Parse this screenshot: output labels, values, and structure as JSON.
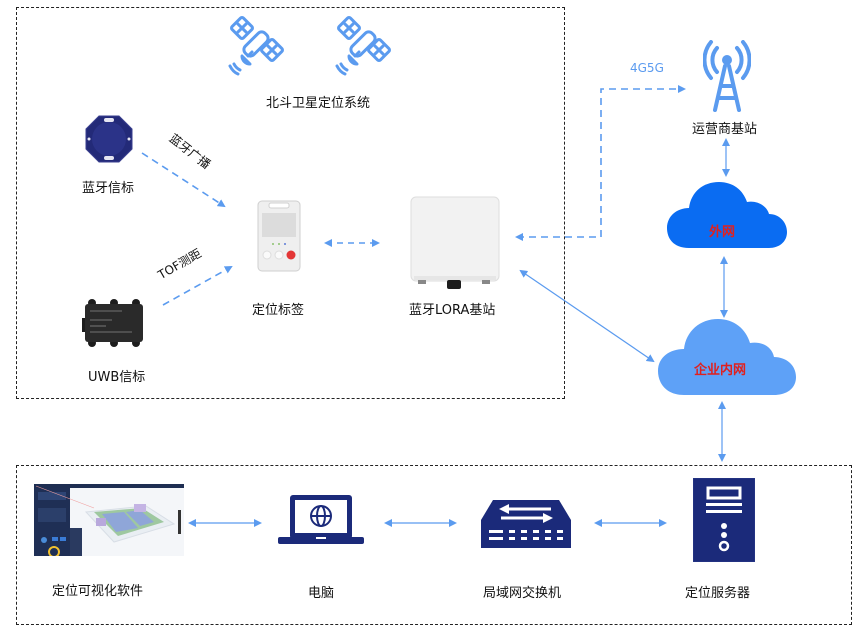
{
  "colors": {
    "accent_blue": "#5b9bef",
    "link_blue": "#6aa3ea",
    "navy": "#1b2a7a",
    "cloud_outer": "#0a6cf2",
    "cloud_inner": "#5ea1f7",
    "cloud_text": "#e0201e",
    "box_border": "#222222"
  },
  "top_region": {
    "satellite_system_label": "北斗卫星定位系统",
    "bluetooth_beacon_label": "蓝牙信标",
    "uwb_beacon_label": "UWB信标",
    "tag_label": "定位标签",
    "lora_station_label": "蓝牙LORA基站",
    "bluetooth_broadcast_label": "蓝牙广播",
    "tof_label": "TOF测距"
  },
  "right_region": {
    "network_label": "4G5G",
    "carrier_station_label": "运营商基站",
    "external_network_label": "外网",
    "intranet_label": "企业内网"
  },
  "bottom_region": {
    "software_label": "定位可视化软件",
    "computer_label": "电脑",
    "switch_label": "局域网交换机",
    "server_label": "定位服务器"
  }
}
